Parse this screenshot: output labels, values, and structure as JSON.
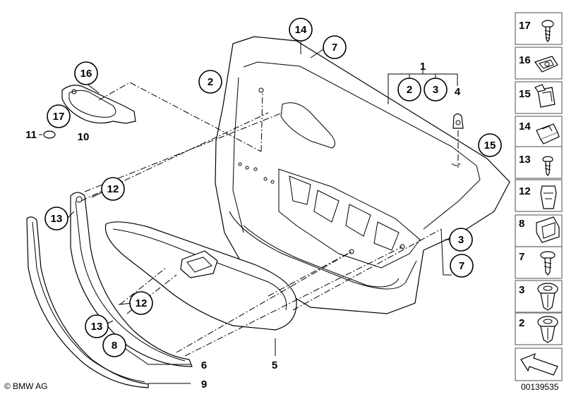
{
  "callouts": [
    {
      "id": "c14",
      "label": "14"
    },
    {
      "id": "c7a",
      "label": "7"
    },
    {
      "id": "c2a",
      "label": "2"
    },
    {
      "id": "c16",
      "label": "16"
    },
    {
      "id": "c17",
      "label": "17"
    },
    {
      "id": "c2b",
      "label": "2"
    },
    {
      "id": "c3a",
      "label": "3"
    },
    {
      "id": "c15",
      "label": "15"
    },
    {
      "id": "c12a",
      "label": "12"
    },
    {
      "id": "c13a",
      "label": "13"
    },
    {
      "id": "c3b",
      "label": "3"
    },
    {
      "id": "c7b",
      "label": "7"
    },
    {
      "id": "c12b",
      "label": "12"
    },
    {
      "id": "c13b",
      "label": "13"
    },
    {
      "id": "c8",
      "label": "8"
    }
  ],
  "plain_labels": [
    {
      "id": "p1",
      "label": "1"
    },
    {
      "id": "p4",
      "label": "4"
    },
    {
      "id": "p11",
      "label": "11"
    },
    {
      "id": "p10",
      "label": "10"
    },
    {
      "id": "p5",
      "label": "5"
    },
    {
      "id": "p6",
      "label": "6"
    },
    {
      "id": "p9",
      "label": "9"
    }
  ],
  "legend": [
    {
      "num": "17",
      "icon": "screw-icon"
    },
    {
      "num": "16",
      "icon": "clip-nut-icon"
    },
    {
      "num": "15",
      "icon": "sleeve-clip-icon"
    },
    {
      "num": "14",
      "icon": "bracket-clip-icon"
    },
    {
      "num": "13",
      "icon": "screw-icon"
    },
    {
      "num": "12",
      "icon": "spreader-sleeve-icon"
    },
    {
      "num": "8",
      "icon": "holder-clip-icon"
    },
    {
      "num": "7",
      "icon": "washer-screw-icon"
    },
    {
      "num": "3",
      "icon": "expanding-rivet-icon"
    },
    {
      "num": "2",
      "icon": "expanding-rivet-icon"
    },
    {
      "num": "",
      "icon": "direction-arrow-icon"
    }
  ],
  "footer": {
    "copyright": "© BMW AG",
    "diagram_number": "00139535"
  }
}
